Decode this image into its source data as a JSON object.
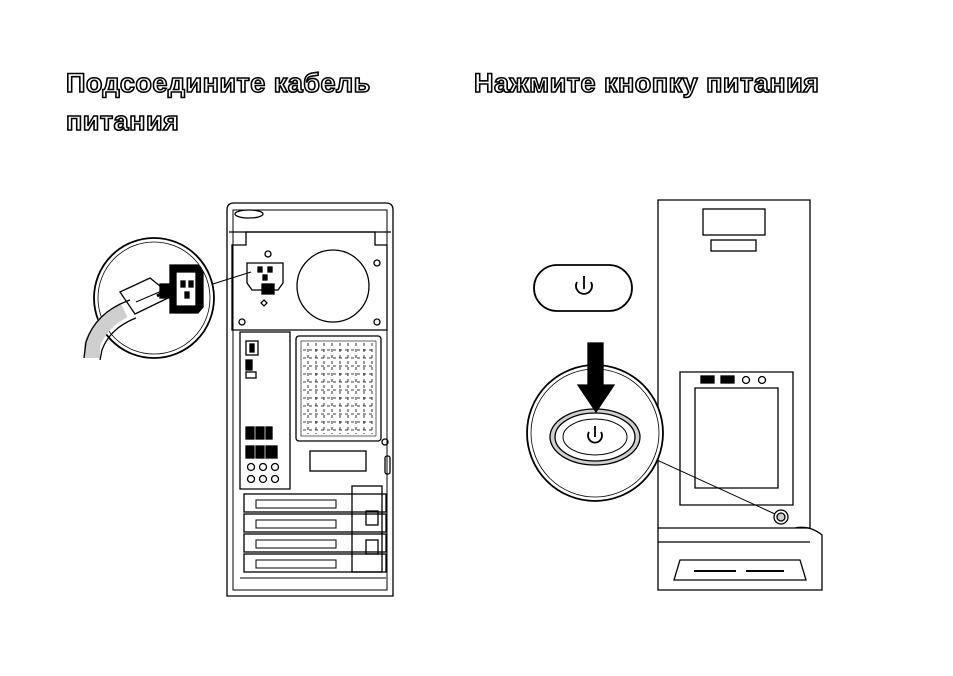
{
  "left_step": {
    "heading_line1": "Подсоедините кабель",
    "heading_line2": "питания"
  },
  "right_step": {
    "heading": "Нажмите кнопку питания"
  },
  "colors": {
    "ink": "#000000",
    "paper": "#ffffff",
    "shade": "#cfcfcf"
  },
  "icons": {
    "power_symbol": "power-icon",
    "press_arrow": "arrow-down-icon"
  }
}
